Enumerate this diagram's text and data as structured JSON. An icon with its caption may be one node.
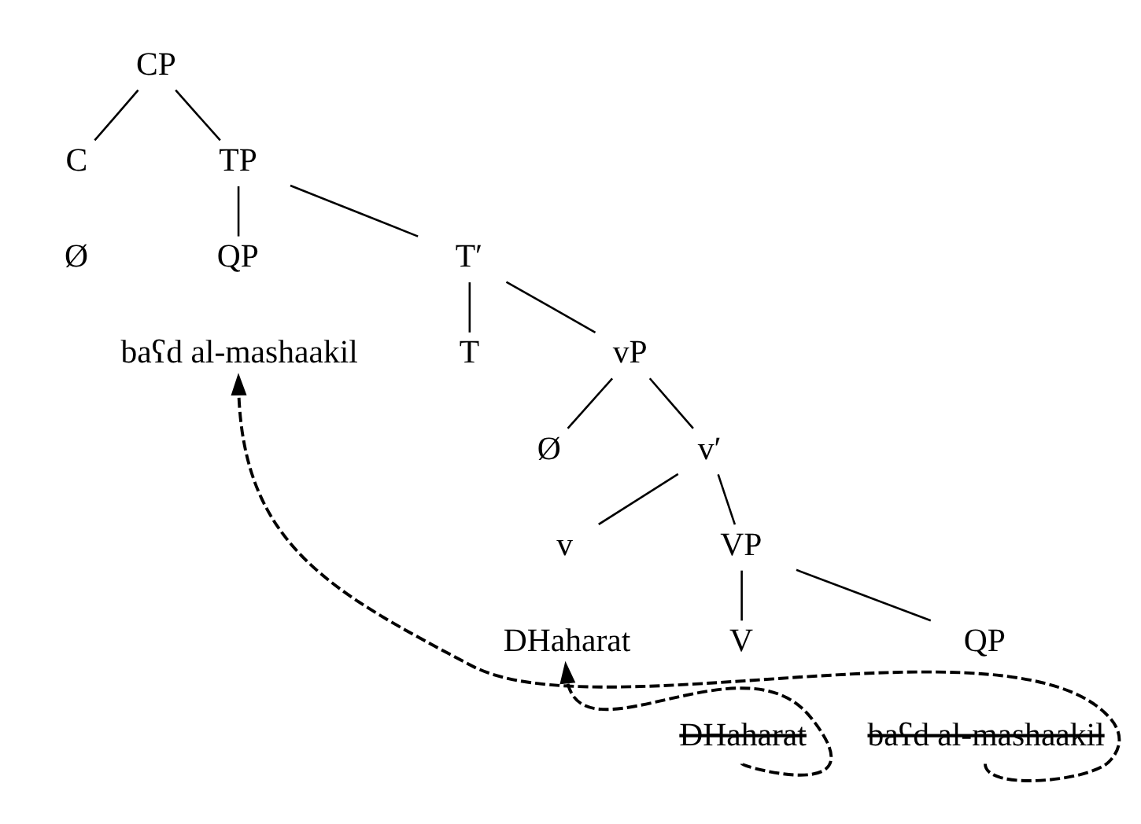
{
  "diagram": {
    "nodes": [
      {
        "text": [
          "CP"
        ]
      },
      {
        "text": [
          "C"
        ]
      },
      {
        "text": [
          "TP"
        ]
      },
      {
        "text": [
          "QP"
        ]
      },
      {
        "text": [
          "baʕd al-mashaakil"
        ]
      },
      {
        "text": [
          "T′"
        ]
      },
      {
        "text": [
          "T"
        ]
      },
      {
        "text": [
          "vP"
        ]
      },
      {
        "text": [
          "Ø"
        ]
      },
      {
        "text": [
          "v′"
        ]
      },
      {
        "text": [
          "v"
        ]
      },
      {
        "text": [
          "DHaharat"
        ]
      },
      {
        "text": [
          "VP"
        ]
      },
      {
        "text": [
          "V"
        ]
      },
      {
        "text": [
          "DHaharat"
        ]
      },
      {
        "text": [
          "QP"
        ]
      },
      {
        "text": [
          "baʕd al-mashaakil"
        ]
      }
    ],
    "edges": [
      {
        "from": 0,
        "to": 1,
        "arrow": "none"
      },
      {
        "from": 0,
        "to": 2,
        "arrow": "none"
      },
      {
        "from": 2,
        "to": 3,
        "arrow": "none"
      },
      {
        "from": 2,
        "to": 5,
        "arrow": "none"
      },
      {
        "from": 5,
        "to": 6,
        "arrow": "none"
      },
      {
        "from": 5,
        "to": 7,
        "arrow": "none"
      },
      {
        "from": 7,
        "to": 8,
        "arrow": "none"
      },
      {
        "from": 7,
        "to": 9,
        "arrow": "none"
      },
      {
        "from": 9,
        "to": 10,
        "arrow": "none"
      },
      {
        "from": 9,
        "to": 12,
        "arrow": "none"
      },
      {
        "from": 12,
        "to": 13,
        "arrow": "none"
      },
      {
        "from": 12,
        "to": 15,
        "arrow": "none"
      },
      {
        "from": 14,
        "to": 11,
        "arrow": "to",
        "style": "dashed"
      },
      {
        "from": 16,
        "to": 4,
        "arrow": "to",
        "style": "dashed"
      }
    ],
    "labels": [
      "Ø"
    ]
  }
}
